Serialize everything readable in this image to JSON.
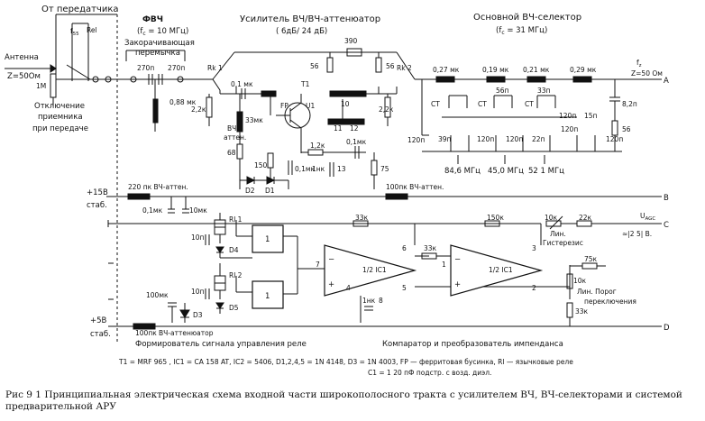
{
  "titles": {
    "from_transmitter": "От передатчика",
    "fvch": "ФВЧ",
    "fvch_fc": "(f",
    "fvch_fc_sub": "c",
    "fvch_fc_val": " = 10 МГц)",
    "amp": "Усилитель ВЧ/ВЧ-аттенюатор",
    "amp_gain": "( 6дБ/ 24 дБ)",
    "selector": "Основной ВЧ-селектор",
    "selector_fc": "(f",
    "selector_fc_sub": "c",
    "selector_fc_val": " = 31 МГц)",
    "short_jumper_1": "Закорачивающая",
    "short_jumper_2": "перемычка",
    "antenna": "Антенна",
    "antenna_z": "Z=50Ом",
    "disconnect_1": "Отключение",
    "disconnect_2": "приемника",
    "disconnect_3": "при передаче",
    "f55": "f",
    "f55_sub": "55",
    "rel": "Rel",
    "rf_atten_1": "ВЧ-",
    "rf_atten_2": "аттен.",
    "output_fz": "f",
    "output_fz_sub": "z",
    "output_z": "Z=50 Ом",
    "plus15": "+15В",
    "plus15_stab": "стаб.",
    "plus5": "+5В",
    "plus5_stab": "стаб.",
    "atten_220": "220 пк ВЧ-аттен.",
    "atten_100_bus": "100пк ВЧ-аттен.",
    "atten_100_bottom_1": "100пк",
    "atten_100_bottom_2": "ВЧ-аттенюатор",
    "former": "Формирователь сигнала управления реле",
    "comparator": "Компаратор и преобразователь импенданса",
    "uagc": "U",
    "uagc_sub": "AGC",
    "uagc_range": "≈|2  5| В.",
    "lin_hyst_1": "Лин.",
    "lin_hyst_2": "Гистерезис",
    "lin_thr_1": "Лин. Порог",
    "lin_thr_2": "переключения",
    "freq1": "84,6 МГц",
    "freq2": "45,0 МГц",
    "freq3": "52 1 МГц"
  },
  "bus_labels": [
    "A",
    "B",
    "C",
    "D"
  ],
  "components": {
    "inductor_1m": "1М",
    "cap_270a": "270п",
    "cap_270b": "270п",
    "ind_088": "0,88 мк",
    "rk1": "Rk 1",
    "rk2": "Rk 2",
    "r390": "390",
    "r56a": "56",
    "r56b": "56",
    "l01": "0,1 мк",
    "r22a": "2,2к",
    "ind_33": "33мк",
    "t1": "T1",
    "fp": "FP",
    "u1": "U1",
    "r22b": "2,2к",
    "r68": "68",
    "r150": "150",
    "r12k": "1,2к",
    "c01a": "0,1мк",
    "c1nk": "1нк",
    "c01b": "0,1мк",
    "r75": "75",
    "d2": "D2",
    "d1": "D1",
    "l027": "0,27 мк",
    "l019": "0,19 мк",
    "l021": "0,21 мк",
    "l029": "0,29 мк",
    "ct1": "CT",
    "ct2": "CT",
    "ct3": "CT",
    "c56": "56п",
    "c33": "33п",
    "c82": "8,2п",
    "r56c": "56",
    "c120a": "120п",
    "c39": "39п",
    "c120b": "120п",
    "c120c": "120п",
    "c22": "22п",
    "c120d": "120п",
    "c15": "15п",
    "c120e": "120п",
    "c120f": "120п",
    "c01c": "0,1мк",
    "c10a": "10мк",
    "rl1": "Rl 1",
    "rl2": "Rl 2",
    "c10b": "10п",
    "c10c": "10п",
    "d4": "D4",
    "d5": "D5",
    "d3": "D3",
    "c100": "100мк",
    "g1": "1",
    "g2": "1",
    "r33a": "33к",
    "r33b": "33к",
    "r150k": "150к",
    "r10k": "10к",
    "r22k": "22к",
    "r75k": "75к",
    "r10kb": "10к",
    "r33c": "33к",
    "ic1a": "1/2 IC1",
    "ic1b": "1/2 IC1",
    "c1nkb": "1нк",
    "pin7": "7",
    "pin6": "6",
    "pin5": "5",
    "pin4": "4",
    "pin8": "8",
    "pin1": "1",
    "pin2": "2",
    "pin3": "3",
    "p11": "11",
    "p12": "12",
    "p10": "10",
    "p13": "13"
  },
  "notes": {
    "line1": "T1 = MRF 965 ,  IC1 = CA 158 AT,   IC2 = 5406,  D1,2,4,5 = 1N 4148,   D3 = 1N 4003,    FP — ферритовая бусинка, Rl — язычковые реле",
    "line2": "C1 = 1    20 пФ    подстр. с возд. диэл."
  },
  "caption": {
    "label": "Рис 9 1",
    "text": "Принципиальная электрическая схема входной части широкополосного тракта с усилителем ВЧ, ВЧ-селекторами и системой предварительной АРУ"
  }
}
